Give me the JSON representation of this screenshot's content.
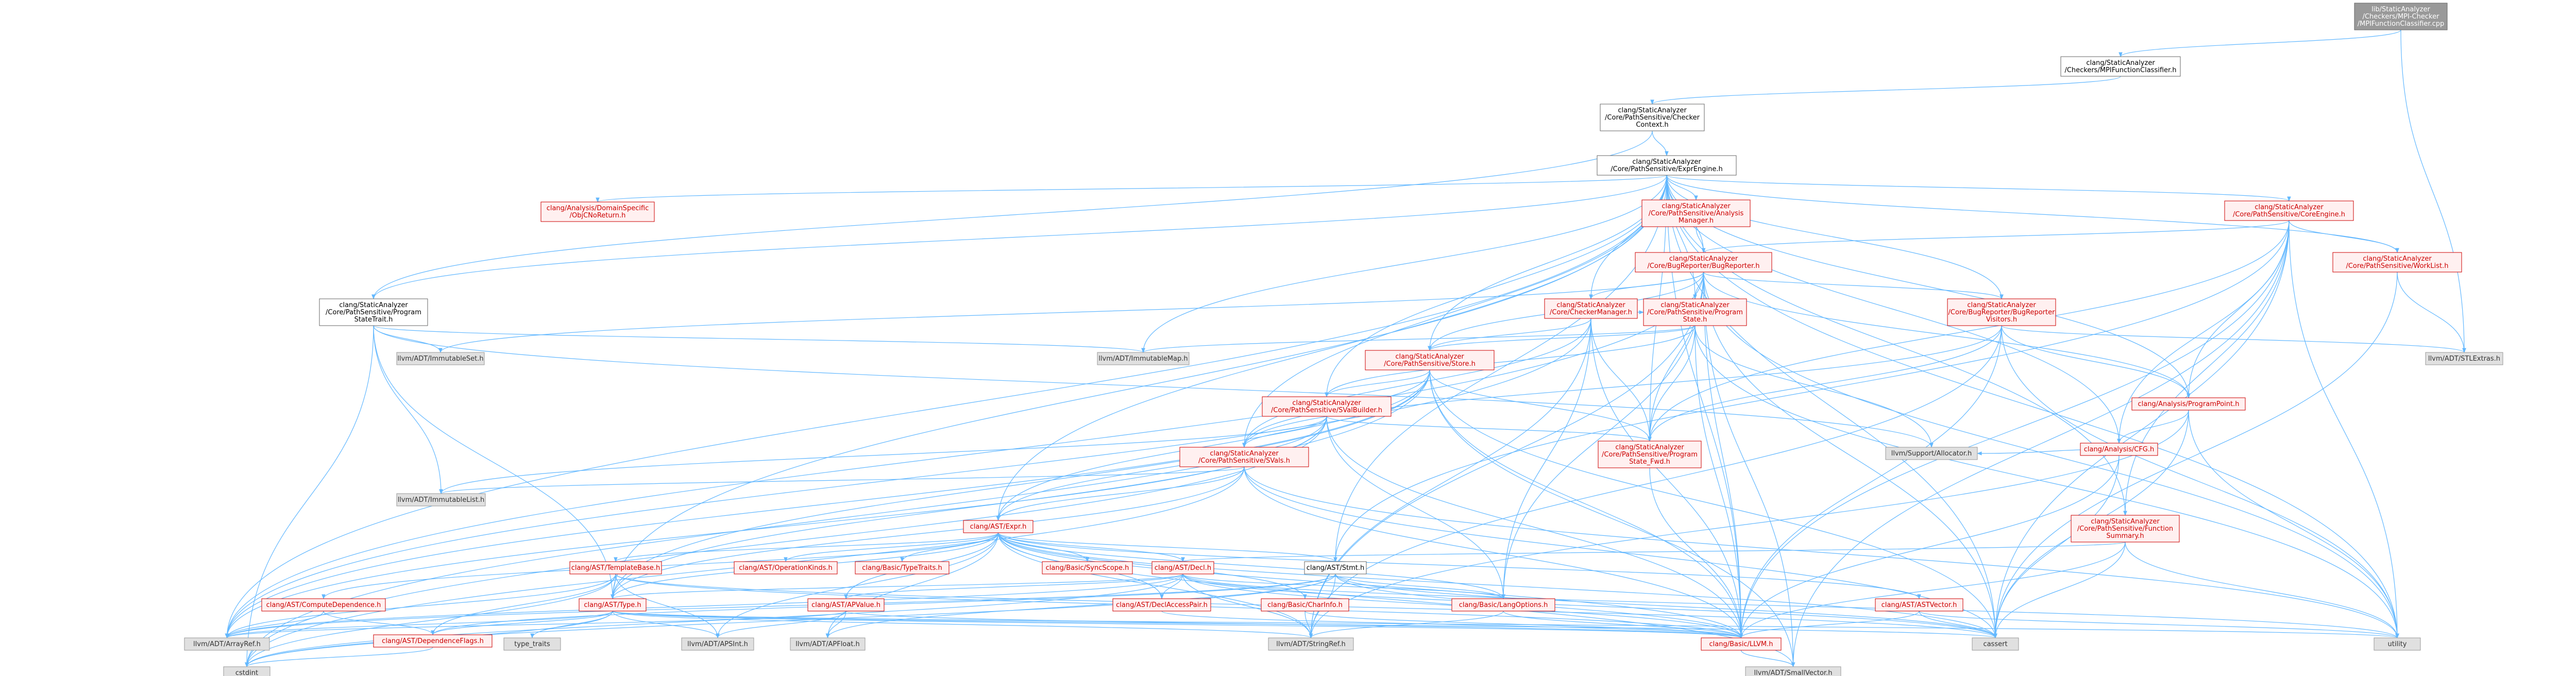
{
  "colors": {
    "edge": "#63b8ff",
    "red_border": "#cc0000",
    "red_fill": "#fff0f0",
    "red_text": "#cc0000",
    "grey_border": "#999999",
    "grey_fill": "#e0e0e0",
    "grey_text": "#333333",
    "white_border": "#666666",
    "white_fill": "#ffffff",
    "white_text": "#000000",
    "root_fill": "#999999",
    "root_border": "#666666",
    "root_text": "#ffffff"
  },
  "nodes": [
    {
      "id": "mpi_cpp",
      "style": "root",
      "lines": [
        "lib/StaticAnalyzer",
        "/Checkers/MPI-Checker",
        "/MPIFunctionClassifier.cpp"
      ]
    },
    {
      "id": "mpi_h",
      "style": "white",
      "lines": [
        "clang/StaticAnalyzer",
        "/Checkers/MPIFunctionClassifier.h"
      ]
    },
    {
      "id": "checkerctx",
      "style": "white",
      "lines": [
        "clang/StaticAnalyzer",
        "/Core/PathSensitive/Checker",
        "Context.h"
      ]
    },
    {
      "id": "exprengine",
      "style": "white",
      "lines": [
        "clang/StaticAnalyzer",
        "/Core/PathSensitive/ExprEngine.h"
      ]
    },
    {
      "id": "objcnoreturn",
      "style": "red",
      "lines": [
        "clang/Analysis/DomainSpecific",
        "/ObjCNoReturn.h"
      ]
    },
    {
      "id": "analysismgr",
      "style": "red",
      "lines": [
        "clang/StaticAnalyzer",
        "/Core/PathSensitive/Analysis",
        "Manager.h"
      ]
    },
    {
      "id": "coreengine",
      "style": "red",
      "lines": [
        "clang/StaticAnalyzer",
        "/Core/PathSensitive/CoreEngine.h"
      ]
    },
    {
      "id": "bugreporter",
      "style": "red",
      "lines": [
        "clang/StaticAnalyzer",
        "/Core/BugReporter/BugReporter.h"
      ]
    },
    {
      "id": "worklist",
      "style": "red",
      "lines": [
        "clang/StaticAnalyzer",
        "/Core/PathSensitive/WorkList.h"
      ]
    },
    {
      "id": "statetrait",
      "style": "white",
      "lines": [
        "clang/StaticAnalyzer",
        "/Core/PathSensitive/Program",
        "StateTrait.h"
      ]
    },
    {
      "id": "checkermgr",
      "style": "red",
      "lines": [
        "clang/StaticAnalyzer",
        "/Core/CheckerManager.h"
      ]
    },
    {
      "id": "programstate",
      "style": "red",
      "lines": [
        "clang/StaticAnalyzer",
        "/Core/PathSensitive/Program",
        "State.h"
      ]
    },
    {
      "id": "brvisitors",
      "style": "red",
      "lines": [
        "clang/StaticAnalyzer",
        "/Core/BugReporter/BugReporter",
        "Visitors.h"
      ]
    },
    {
      "id": "immutableset",
      "style": "grey",
      "lines": [
        "llvm/ADT/ImmutableSet.h"
      ]
    },
    {
      "id": "immutablemap",
      "style": "grey",
      "lines": [
        "llvm/ADT/ImmutableMap.h"
      ]
    },
    {
      "id": "stlextras",
      "style": "grey",
      "lines": [
        "llvm/ADT/STLExtras.h"
      ]
    },
    {
      "id": "store",
      "style": "red",
      "lines": [
        "clang/StaticAnalyzer",
        "/Core/PathSensitive/Store.h"
      ]
    },
    {
      "id": "programpoint",
      "style": "red",
      "lines": [
        "clang/Analysis/ProgramPoint.h"
      ]
    },
    {
      "id": "svalbuilder",
      "style": "red",
      "lines": [
        "clang/StaticAnalyzer",
        "/Core/PathSensitive/SValBuilder.h"
      ]
    },
    {
      "id": "cfg",
      "style": "red",
      "lines": [
        "clang/Analysis/CFG.h"
      ]
    },
    {
      "id": "svals",
      "style": "red",
      "lines": [
        "clang/StaticAnalyzer",
        "/Core/PathSensitive/SVals.h"
      ]
    },
    {
      "id": "statefwd",
      "style": "red",
      "lines": [
        "clang/StaticAnalyzer",
        "/Core/PathSensitive/Program",
        "State_Fwd.h"
      ]
    },
    {
      "id": "allocator",
      "style": "grey",
      "lines": [
        "llvm/Support/Allocator.h"
      ]
    },
    {
      "id": "immutablelist",
      "style": "grey",
      "lines": [
        "llvm/ADT/ImmutableList.h"
      ]
    },
    {
      "id": "funcsummary",
      "style": "red",
      "lines": [
        "clang/StaticAnalyzer",
        "/Core/PathSensitive/Function",
        "Summary.h"
      ]
    },
    {
      "id": "expr",
      "style": "red",
      "lines": [
        "clang/AST/Expr.h"
      ]
    },
    {
      "id": "templatebase",
      "style": "red",
      "lines": [
        "clang/AST/TemplateBase.h"
      ]
    },
    {
      "id": "operationkinds",
      "style": "red",
      "lines": [
        "clang/AST/OperationKinds.h"
      ]
    },
    {
      "id": "typetraits",
      "style": "red",
      "lines": [
        "clang/Basic/TypeTraits.h"
      ]
    },
    {
      "id": "syncscope",
      "style": "red",
      "lines": [
        "clang/Basic/SyncScope.h"
      ]
    },
    {
      "id": "decl",
      "style": "red",
      "lines": [
        "clang/AST/Decl.h"
      ]
    },
    {
      "id": "stmt",
      "style": "white",
      "lines": [
        "clang/AST/Stmt.h"
      ]
    },
    {
      "id": "computedep",
      "style": "red",
      "lines": [
        "clang/AST/ComputeDependence.h"
      ]
    },
    {
      "id": "type",
      "style": "red",
      "lines": [
        "clang/AST/Type.h"
      ]
    },
    {
      "id": "apvalue",
      "style": "red",
      "lines": [
        "clang/AST/APValue.h"
      ]
    },
    {
      "id": "declaccesspair",
      "style": "red",
      "lines": [
        "clang/AST/DeclAccessPair.h"
      ]
    },
    {
      "id": "charinfo",
      "style": "red",
      "lines": [
        "clang/Basic/CharInfo.h"
      ]
    },
    {
      "id": "langoptions",
      "style": "red",
      "lines": [
        "clang/Basic/LangOptions.h"
      ]
    },
    {
      "id": "astvector",
      "style": "red",
      "lines": [
        "clang/AST/ASTVector.h"
      ]
    },
    {
      "id": "arrayref",
      "style": "grey",
      "lines": [
        "llvm/ADT/ArrayRef.h"
      ]
    },
    {
      "id": "typetraits_std",
      "style": "grey",
      "lines": [
        "type_traits"
      ]
    },
    {
      "id": "depflags",
      "style": "red",
      "lines": [
        "clang/AST/DependenceFlags.h"
      ]
    },
    {
      "id": "apsint",
      "style": "grey",
      "lines": [
        "llvm/ADT/APSInt.h"
      ]
    },
    {
      "id": "apfloat",
      "style": "grey",
      "lines": [
        "llvm/ADT/APFloat.h"
      ]
    },
    {
      "id": "stringref",
      "style": "grey",
      "lines": [
        "llvm/ADT/StringRef.h"
      ]
    },
    {
      "id": "llvmh",
      "style": "red",
      "lines": [
        "clang/Basic/LLVM.h"
      ]
    },
    {
      "id": "cassert",
      "style": "grey",
      "lines": [
        "cassert"
      ]
    },
    {
      "id": "utility",
      "style": "grey",
      "lines": [
        "utility"
      ]
    },
    {
      "id": "cstdint",
      "style": "grey",
      "lines": [
        "cstdint"
      ]
    },
    {
      "id": "smallvector",
      "style": "grey",
      "lines": [
        "llvm/ADT/SmallVector.h"
      ]
    }
  ],
  "edges": [
    [
      "mpi_cpp",
      "mpi_h"
    ],
    [
      "mpi_cpp",
      "stlextras"
    ],
    [
      "mpi_h",
      "checkerctx"
    ],
    [
      "checkerctx",
      "exprengine"
    ],
    [
      "checkerctx",
      "statetrait"
    ],
    [
      "exprengine",
      "objcnoreturn"
    ],
    [
      "exprengine",
      "analysismgr"
    ],
    [
      "exprengine",
      "coreengine"
    ],
    [
      "exprengine",
      "bugreporter"
    ],
    [
      "exprengine",
      "worklist"
    ],
    [
      "exprengine",
      "checkermgr"
    ],
    [
      "exprengine",
      "programstate"
    ],
    [
      "exprengine",
      "brvisitors"
    ],
    [
      "exprengine",
      "store"
    ],
    [
      "exprengine",
      "programpoint"
    ],
    [
      "exprengine",
      "svalbuilder"
    ],
    [
      "exprengine",
      "cfg"
    ],
    [
      "exprengine",
      "svals"
    ],
    [
      "exprengine",
      "funcsummary"
    ],
    [
      "exprengine",
      "expr"
    ],
    [
      "exprengine",
      "type"
    ],
    [
      "exprengine",
      "arrayref"
    ],
    [
      "exprengine",
      "llvmh"
    ],
    [
      "exprengine",
      "cassert"
    ],
    [
      "exprengine",
      "utility"
    ],
    [
      "exprengine",
      "statefwd"
    ],
    [
      "exprengine",
      "stmt"
    ],
    [
      "exprengine",
      "immutablemap"
    ],
    [
      "exprengine",
      "statetrait"
    ],
    [
      "analysismgr",
      "bugreporter"
    ],
    [
      "coreengine",
      "bugreporter"
    ],
    [
      "coreengine",
      "worklist"
    ],
    [
      "coreengine",
      "programpoint"
    ],
    [
      "coreengine",
      "cfg"
    ],
    [
      "coreengine",
      "funcsummary"
    ],
    [
      "coreengine",
      "statefwd"
    ],
    [
      "coreengine",
      "llvmh"
    ],
    [
      "coreengine",
      "cassert"
    ],
    [
      "coreengine",
      "utility"
    ],
    [
      "coreengine",
      "smallvector"
    ],
    [
      "coreengine",
      "stmt"
    ],
    [
      "bugreporter",
      "checkermgr"
    ],
    [
      "bugreporter",
      "programstate"
    ],
    [
      "bugreporter",
      "brvisitors"
    ],
    [
      "bugreporter",
      "store"
    ],
    [
      "bugreporter",
      "immutableset"
    ],
    [
      "bugreporter",
      "arrayref"
    ],
    [
      "bugreporter",
      "stringref"
    ],
    [
      "bugreporter",
      "llvmh"
    ],
    [
      "bugreporter",
      "cassert"
    ],
    [
      "bugreporter",
      "utility"
    ],
    [
      "bugreporter",
      "smallvector"
    ],
    [
      "bugreporter",
      "programpoint"
    ],
    [
      "bugreporter",
      "langoptions"
    ],
    [
      "bugreporter",
      "statefwd"
    ],
    [
      "worklist",
      "stlextras"
    ],
    [
      "worklist",
      "cassert"
    ],
    [
      "statetrait",
      "immutableset"
    ],
    [
      "statetrait",
      "immutablemap"
    ],
    [
      "statetrait",
      "immutablelist"
    ],
    [
      "statetrait",
      "allocator"
    ],
    [
      "statetrait",
      "cstdint"
    ],
    [
      "statetrait",
      "type"
    ],
    [
      "checkermgr",
      "programstate"
    ],
    [
      "checkermgr",
      "store"
    ],
    [
      "checkermgr",
      "statefwd"
    ],
    [
      "checkermgr",
      "langoptions"
    ],
    [
      "checkermgr",
      "arrayref"
    ],
    [
      "checkermgr",
      "stringref"
    ],
    [
      "checkermgr",
      "llvmh"
    ],
    [
      "checkermgr",
      "svals"
    ],
    [
      "programstate",
      "store"
    ],
    [
      "programstate",
      "svalbuilder"
    ],
    [
      "programstate",
      "statefwd"
    ],
    [
      "programstate",
      "immutablemap"
    ],
    [
      "programstate",
      "allocator"
    ],
    [
      "programstate",
      "llvmh"
    ],
    [
      "programstate",
      "utility"
    ],
    [
      "brvisitors",
      "svals"
    ],
    [
      "brvisitors",
      "programpoint"
    ],
    [
      "brvisitors",
      "statefwd"
    ],
    [
      "brvisitors",
      "stringref"
    ],
    [
      "brvisitors",
      "llvmh"
    ],
    [
      "brvisitors",
      "stlextras"
    ],
    [
      "brvisitors",
      "utility"
    ],
    [
      "store",
      "svalbuilder"
    ],
    [
      "store",
      "svals"
    ],
    [
      "store",
      "statefwd"
    ],
    [
      "store",
      "type"
    ],
    [
      "store",
      "arrayref"
    ],
    [
      "store",
      "llvmh"
    ],
    [
      "store",
      "cassert"
    ],
    [
      "store",
      "cstdint"
    ],
    [
      "store",
      "smallvector"
    ],
    [
      "store",
      "expr"
    ],
    [
      "programpoint",
      "cfg"
    ],
    [
      "programpoint",
      "stringref"
    ],
    [
      "programpoint",
      "cassert"
    ],
    [
      "programpoint",
      "utility"
    ],
    [
      "svalbuilder",
      "svals"
    ],
    [
      "svalbuilder",
      "statefwd"
    ],
    [
      "svalbuilder",
      "expr"
    ],
    [
      "svalbuilder",
      "type"
    ],
    [
      "svalbuilder",
      "langoptions"
    ],
    [
      "svalbuilder",
      "immutablelist"
    ],
    [
      "svalbuilder",
      "arrayref"
    ],
    [
      "svalbuilder",
      "llvmh"
    ],
    [
      "svalbuilder",
      "cstdint"
    ],
    [
      "cfg",
      "allocator"
    ],
    [
      "cfg",
      "cassert"
    ],
    [
      "cfg",
      "llvmh"
    ],
    [
      "svals",
      "expr"
    ],
    [
      "svals",
      "type"
    ],
    [
      "svals",
      "llvmh"
    ],
    [
      "svals",
      "immutablelist"
    ],
    [
      "svals",
      "cassert"
    ],
    [
      "svals",
      "cstdint"
    ],
    [
      "svals",
      "utility"
    ],
    [
      "statefwd",
      "llvmh"
    ],
    [
      "funcsummary",
      "decl"
    ],
    [
      "funcsummary",
      "llvmh"
    ],
    [
      "funcsummary",
      "cassert"
    ],
    [
      "funcsummary",
      "utility"
    ],
    [
      "expr",
      "templatebase"
    ],
    [
      "expr",
      "operationkinds"
    ],
    [
      "expr",
      "typetraits"
    ],
    [
      "expr",
      "syncscope"
    ],
    [
      "expr",
      "decl"
    ],
    [
      "expr",
      "stmt"
    ],
    [
      "expr",
      "computedep"
    ],
    [
      "expr",
      "type"
    ],
    [
      "expr",
      "apvalue"
    ],
    [
      "expr",
      "declaccesspair"
    ],
    [
      "expr",
      "charinfo"
    ],
    [
      "expr",
      "langoptions"
    ],
    [
      "expr",
      "astvector"
    ],
    [
      "expr",
      "apsint"
    ],
    [
      "expr",
      "apfloat"
    ],
    [
      "expr",
      "stringref"
    ],
    [
      "expr",
      "llvmh"
    ],
    [
      "expr",
      "smallvector"
    ],
    [
      "expr",
      "cassert"
    ],
    [
      "templatebase",
      "depflags"
    ],
    [
      "templatebase",
      "type"
    ],
    [
      "templatebase",
      "apsint"
    ],
    [
      "templatebase",
      "arrayref"
    ],
    [
      "templatebase",
      "llvmh"
    ],
    [
      "templatebase",
      "cassert"
    ],
    [
      "templatebase",
      "cstdint"
    ],
    [
      "decl",
      "apvalue"
    ],
    [
      "decl",
      "declaccesspair"
    ],
    [
      "decl",
      "type"
    ],
    [
      "decl",
      "langoptions"
    ],
    [
      "decl",
      "arrayref"
    ],
    [
      "decl",
      "stringref"
    ],
    [
      "decl",
      "llvmh"
    ],
    [
      "decl",
      "cassert"
    ],
    [
      "decl",
      "cstdint"
    ],
    [
      "decl",
      "utility"
    ],
    [
      "stmt",
      "depflags"
    ],
    [
      "stmt",
      "langoptions"
    ],
    [
      "stmt",
      "apfloat"
    ],
    [
      "stmt",
      "arrayref"
    ],
    [
      "stmt",
      "stringref"
    ],
    [
      "stmt",
      "llvmh"
    ],
    [
      "stmt",
      "cassert"
    ],
    [
      "stmt",
      "cstdint"
    ],
    [
      "computedep",
      "depflags"
    ],
    [
      "computedep",
      "arrayref"
    ],
    [
      "type",
      "depflags"
    ],
    [
      "type",
      "apsint"
    ],
    [
      "type",
      "arrayref"
    ],
    [
      "type",
      "typetraits_std"
    ],
    [
      "type",
      "stringref"
    ],
    [
      "type",
      "llvmh"
    ],
    [
      "type",
      "cassert"
    ],
    [
      "type",
      "cstdint"
    ],
    [
      "type",
      "utility"
    ],
    [
      "apvalue",
      "apsint"
    ],
    [
      "apvalue",
      "apfloat"
    ],
    [
      "apvalue",
      "llvmh"
    ],
    [
      "apvalue",
      "arrayref"
    ],
    [
      "charinfo",
      "llvmh"
    ],
    [
      "charinfo",
      "stringref"
    ],
    [
      "langoptions",
      "llvmh"
    ],
    [
      "langoptions",
      "stringref"
    ],
    [
      "astvector",
      "llvmh"
    ],
    [
      "astvector",
      "cassert"
    ],
    [
      "astvector",
      "utility"
    ],
    [
      "depflags",
      "cstdint"
    ],
    [
      "llvmh",
      "smallvector"
    ],
    [
      "declaccesspair",
      "llvmh"
    ]
  ]
}
